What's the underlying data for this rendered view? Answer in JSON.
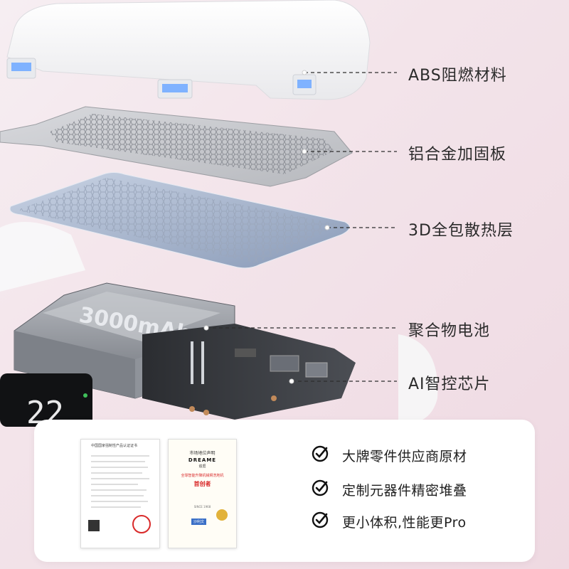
{
  "exploded_view": {
    "layers": [
      {
        "label": "ABS阻燃材料"
      },
      {
        "label": "铝合金加固板"
      },
      {
        "label": "3D全包散热层"
      },
      {
        "label": "聚合物电池"
      },
      {
        "label": "AI智控芯片"
      }
    ],
    "battery_marking": "3000mAh",
    "display_reading": "22"
  },
  "certificates": {
    "left": {
      "title": "中国国家强制性产品认证证书"
    },
    "right": {
      "header": "市场地位声明",
      "brand": "DREAME",
      "brand_cn": "追觅",
      "claim": "全球智能升降机械臂洗地机",
      "badge": "首创者",
      "since": "SINCE 1968",
      "org": "沙利文"
    }
  },
  "features": [
    {
      "text": "大牌零件供应商原材",
      "icon": "check-circle-icon"
    },
    {
      "text": "定制元器件精密堆叠",
      "icon": "check-circle-icon"
    },
    {
      "text": "更小体积,性能更Pro",
      "icon": "check-circle-icon"
    }
  ],
  "colors": {
    "background": "#f3e4ea",
    "card": "#ffffff",
    "text": "#1f1f1f",
    "accent_red": "#d92a2a"
  }
}
